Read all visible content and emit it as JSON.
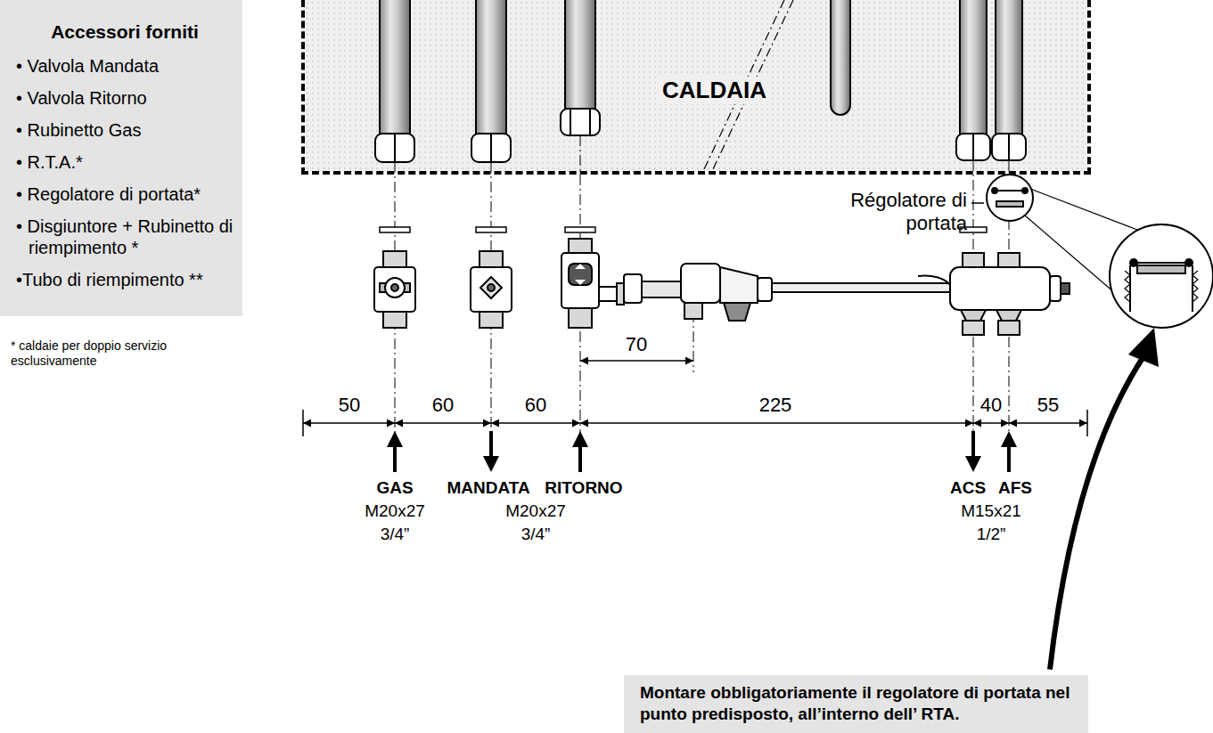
{
  "diagram": {
    "nodes": [
      {
        "text": [
          "Accessori forniti",
          "• Valvola Mandata",
          "• Valvola Ritorno",
          "• Rubinetto Gas",
          "• R.T.A.*",
          "• Regolatore di portata*",
          "• Disgiuntore + Rubinetto di riempimento *",
          "•Tubo di riempimento **"
        ]
      },
      {
        "text": [
          "CALDAIA"
        ]
      },
      {
        "text": [
          "Montare obbligatoriamente il regolatore di portata nel punto predisposto, all’interno dell’ RTA."
        ]
      }
    ],
    "labels": [
      "* caldaie per doppio servizio esclusivamente",
      "Régolatore di portata",
      "70",
      "50",
      "60",
      "60",
      "225",
      "40",
      "55",
      "GAS",
      "M20x27",
      "3/4”",
      "MANDATA",
      "RITORNO",
      "M20x27",
      "3/4”",
      "ACS",
      "AFS",
      "M15x21",
      "1/2”"
    ]
  }
}
